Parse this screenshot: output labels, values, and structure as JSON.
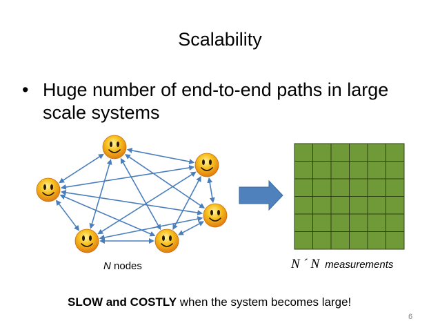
{
  "slide": {
    "title": "Scalability",
    "bullet_marker": "•",
    "bullet": "Huge number of end-to-end paths in large scale systems",
    "node_caption_var": "N",
    "node_caption_rest": " nodes",
    "matrix_caption_math": "N ´ N",
    "matrix_caption_word": "measurements",
    "footer_bold": "SLOW and COSTLY",
    "footer_rest": " when the system becomes large!",
    "page_number": "6"
  },
  "icons": {
    "node": "smiley-face-icon",
    "arrow": "right-arrow-icon"
  },
  "colors": {
    "edge": "#4a7ebb",
    "matrix_fill": "#6f9a37",
    "matrix_grid": "#2e3f14",
    "arrow_fill": "#4f81bd",
    "face_yellow": "#f7c11e",
    "face_orange": "#e07b10"
  },
  "matrix": {
    "rows": 6,
    "cols": 6
  }
}
